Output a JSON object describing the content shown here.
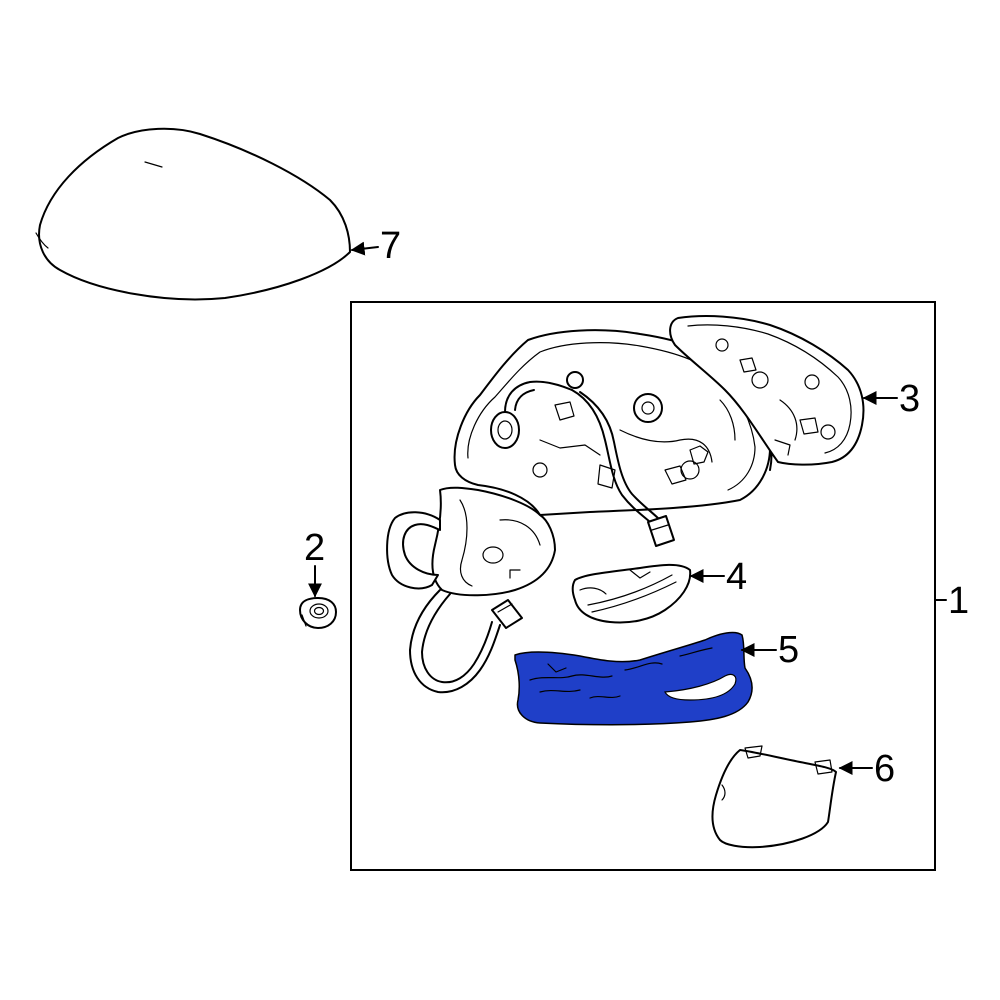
{
  "callouts": {
    "part_1": "1",
    "part_2": "2",
    "part_3": "3",
    "part_4": "4",
    "part_5": "5",
    "part_6": "6",
    "part_7": "7"
  },
  "colors": {
    "highlight": "#1f3fc8",
    "line": "#000000",
    "background": "#ffffff"
  }
}
